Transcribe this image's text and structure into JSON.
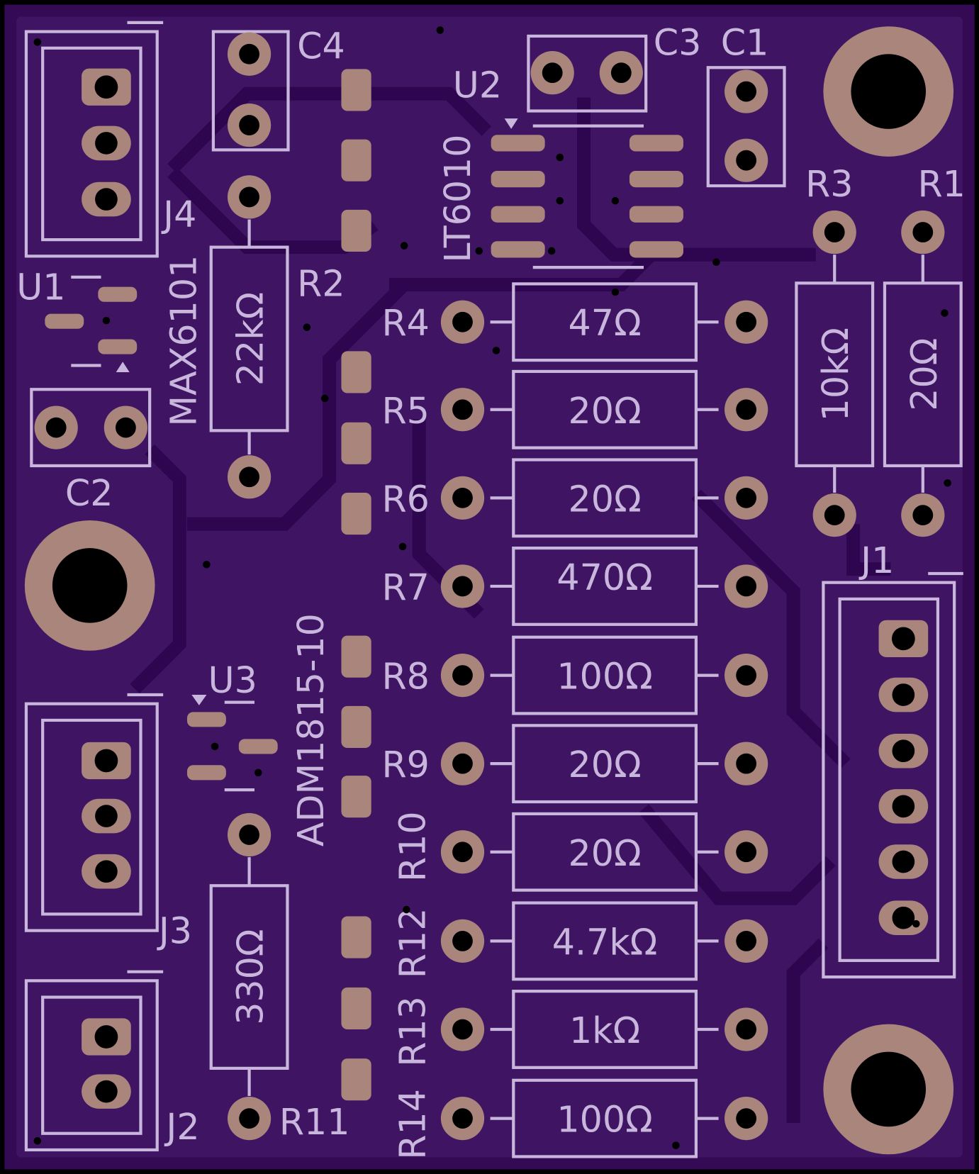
{
  "board": {
    "colors": {
      "board": "#340a55",
      "copper": "#3e1463",
      "pad": "#a9857c",
      "silk": "#c9b6dc"
    }
  },
  "resistors": [
    {
      "ref": "R4",
      "value": "47Ω"
    },
    {
      "ref": "R5",
      "value": "20Ω"
    },
    {
      "ref": "R6",
      "value": "20Ω"
    },
    {
      "ref": "R7",
      "value": "470Ω"
    },
    {
      "ref": "R8",
      "value": "100Ω"
    },
    {
      "ref": "R9",
      "value": "20Ω"
    },
    {
      "ref": "R10",
      "value": "20Ω"
    },
    {
      "ref": "R12",
      "value": "4.7kΩ"
    },
    {
      "ref": "R13",
      "value": "1kΩ"
    },
    {
      "ref": "R14",
      "value": "100Ω"
    }
  ],
  "vertical_resistors": [
    {
      "ref": "R1",
      "value": "20Ω"
    },
    {
      "ref": "R3",
      "value": "10kΩ"
    },
    {
      "ref": "R2",
      "value": "22kΩ"
    },
    {
      "ref": "R11",
      "value": "330Ω"
    }
  ],
  "labels": {
    "c1": "C1",
    "c2": "C2",
    "c3": "C3",
    "c4": "C4",
    "u1": "U1",
    "u2": "U2",
    "u3": "U3",
    "u1_part": "MAX6101",
    "u2_part": "LT6010",
    "u3_part": "ADM1815-10",
    "j1": "J1",
    "j2": "J2",
    "j3": "J3",
    "j4": "J4"
  }
}
